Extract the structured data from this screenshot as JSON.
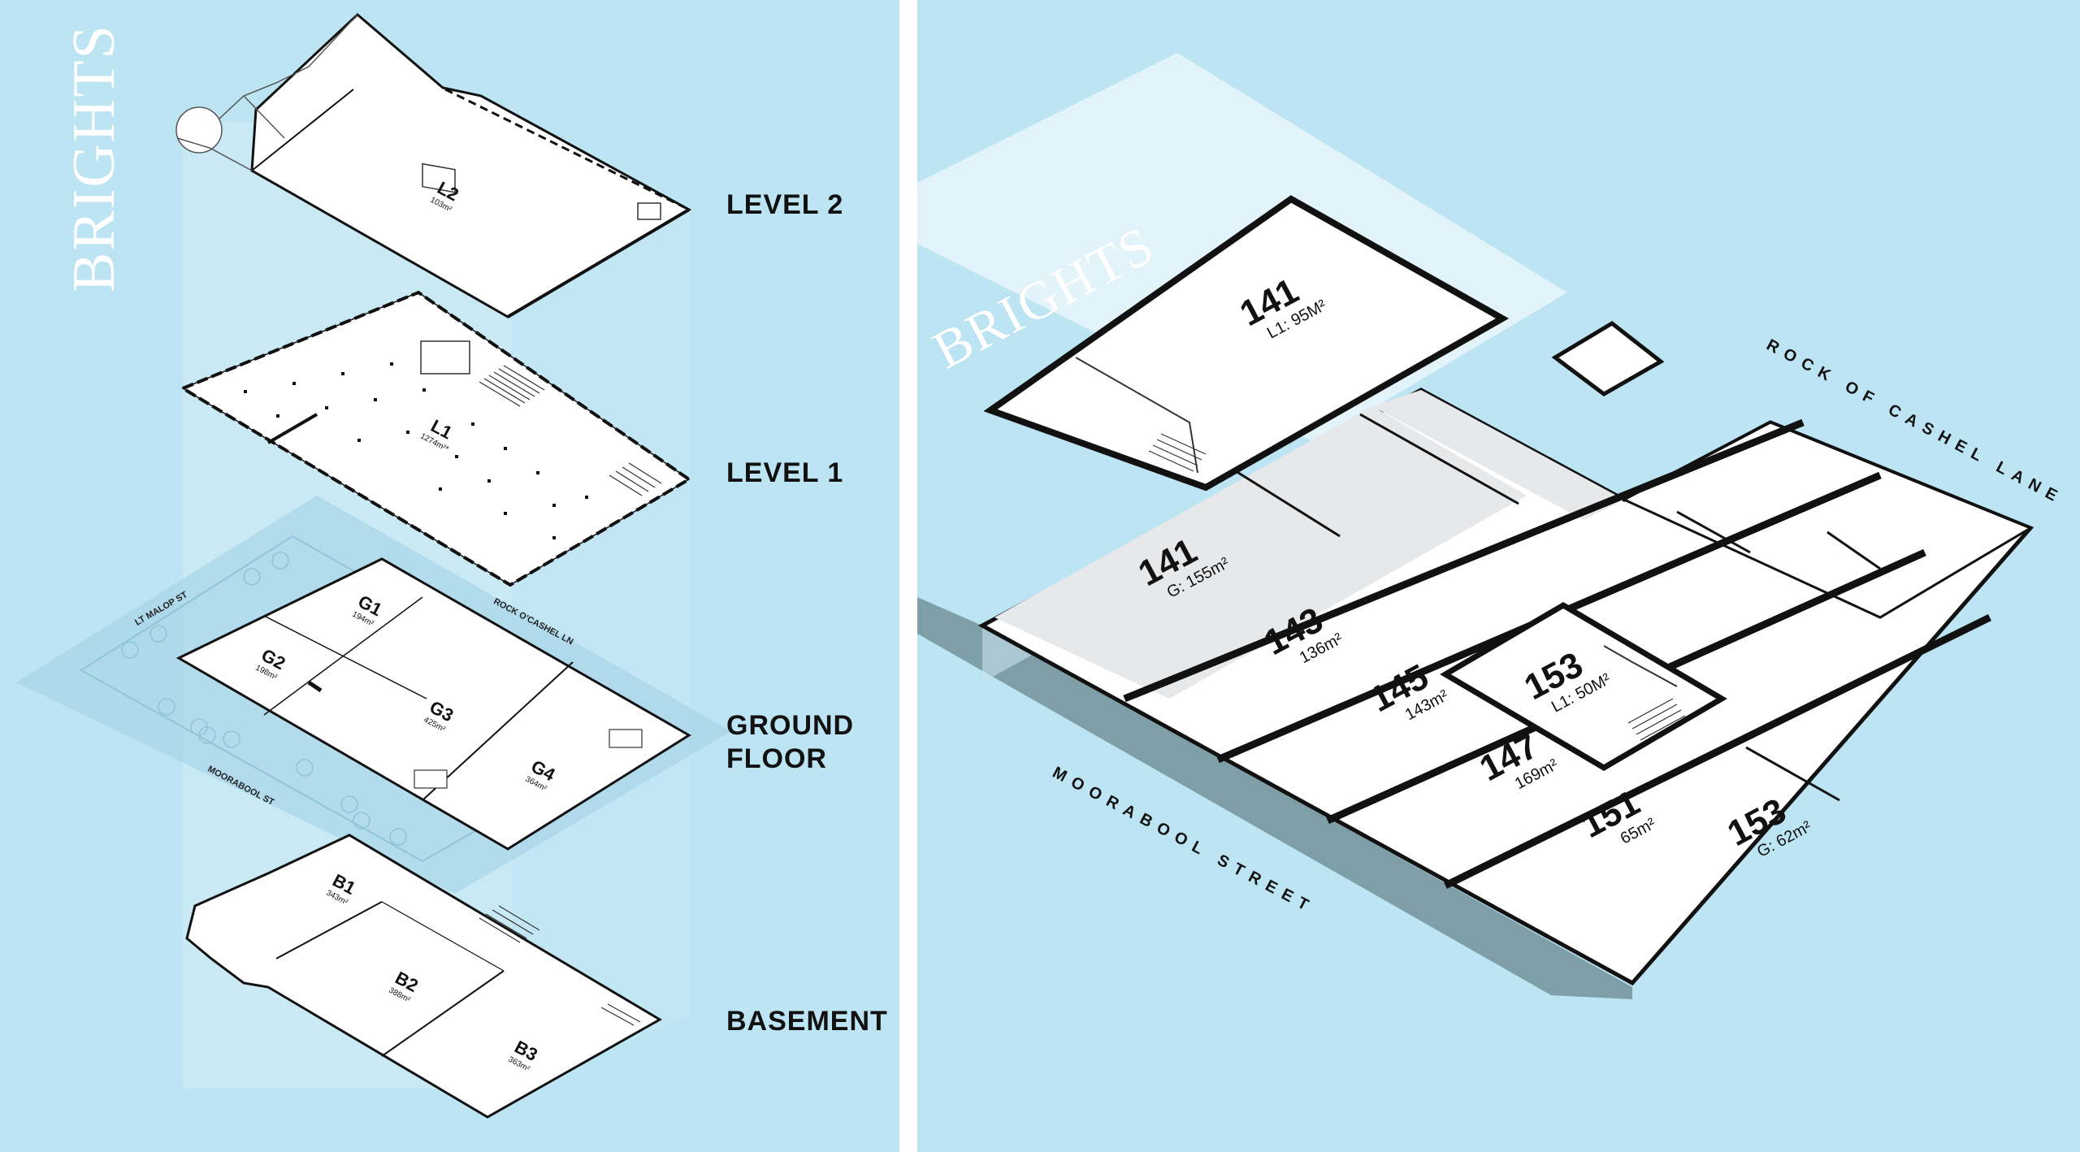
{
  "brand": {
    "name": "BRIGHTS"
  },
  "levels": [
    {
      "id": "level2",
      "label_lines": [
        "LEVEL 2"
      ]
    },
    {
      "id": "level1",
      "label_lines": [
        "LEVEL 1"
      ]
    },
    {
      "id": "ground",
      "label_lines": [
        "GROUND",
        "FLOOR"
      ]
    },
    {
      "id": "basement",
      "label_lines": [
        "BASEMENT"
      ]
    }
  ],
  "left_units": [
    {
      "id": "L2",
      "name": "L2",
      "area": "103m²"
    },
    {
      "id": "L1",
      "name": "L1",
      "area": "1274m²*"
    },
    {
      "id": "G1",
      "name": "G1",
      "area": "194m²"
    },
    {
      "id": "G2",
      "name": "G2",
      "area": "198m²"
    },
    {
      "id": "G3",
      "name": "G3",
      "area": "425m²"
    },
    {
      "id": "G4",
      "name": "G4",
      "area": "364m²"
    },
    {
      "id": "B1",
      "name": "B1",
      "area": "343m²"
    },
    {
      "id": "B2",
      "name": "B2",
      "area": "388m²"
    },
    {
      "id": "B3",
      "name": "B3",
      "area": "363m²"
    }
  ],
  "left_streets": {
    "little_malop": "LT MALOP ST",
    "rock_of_cashel": "ROCK O'CASHEL LN",
    "moorabool": "MOORABOOL ST"
  },
  "right_units": [
    {
      "id": "141-l1",
      "name": "141",
      "area": "L1: 95M²"
    },
    {
      "id": "141-g",
      "name": "141",
      "area": "G: 155m²"
    },
    {
      "id": "143",
      "name": "143",
      "area": "136m²"
    },
    {
      "id": "145",
      "name": "145",
      "area": "143m²"
    },
    {
      "id": "153-l1",
      "name": "153",
      "area": "L1: 50M²"
    },
    {
      "id": "147",
      "name": "147",
      "area": "169m²"
    },
    {
      "id": "151",
      "name": "151",
      "area": "65m²"
    },
    {
      "id": "153-g",
      "name": "153",
      "area": "G: 62m²"
    }
  ],
  "right_streets": {
    "rock_of_cashel": "ROCK OF CASHEL LANE",
    "moorabool": "MOORABOOL STREET"
  },
  "colors": {
    "background": "#bce4f2",
    "floor": "#ffffff",
    "wall": "#111111",
    "divider": "#ffffff"
  }
}
